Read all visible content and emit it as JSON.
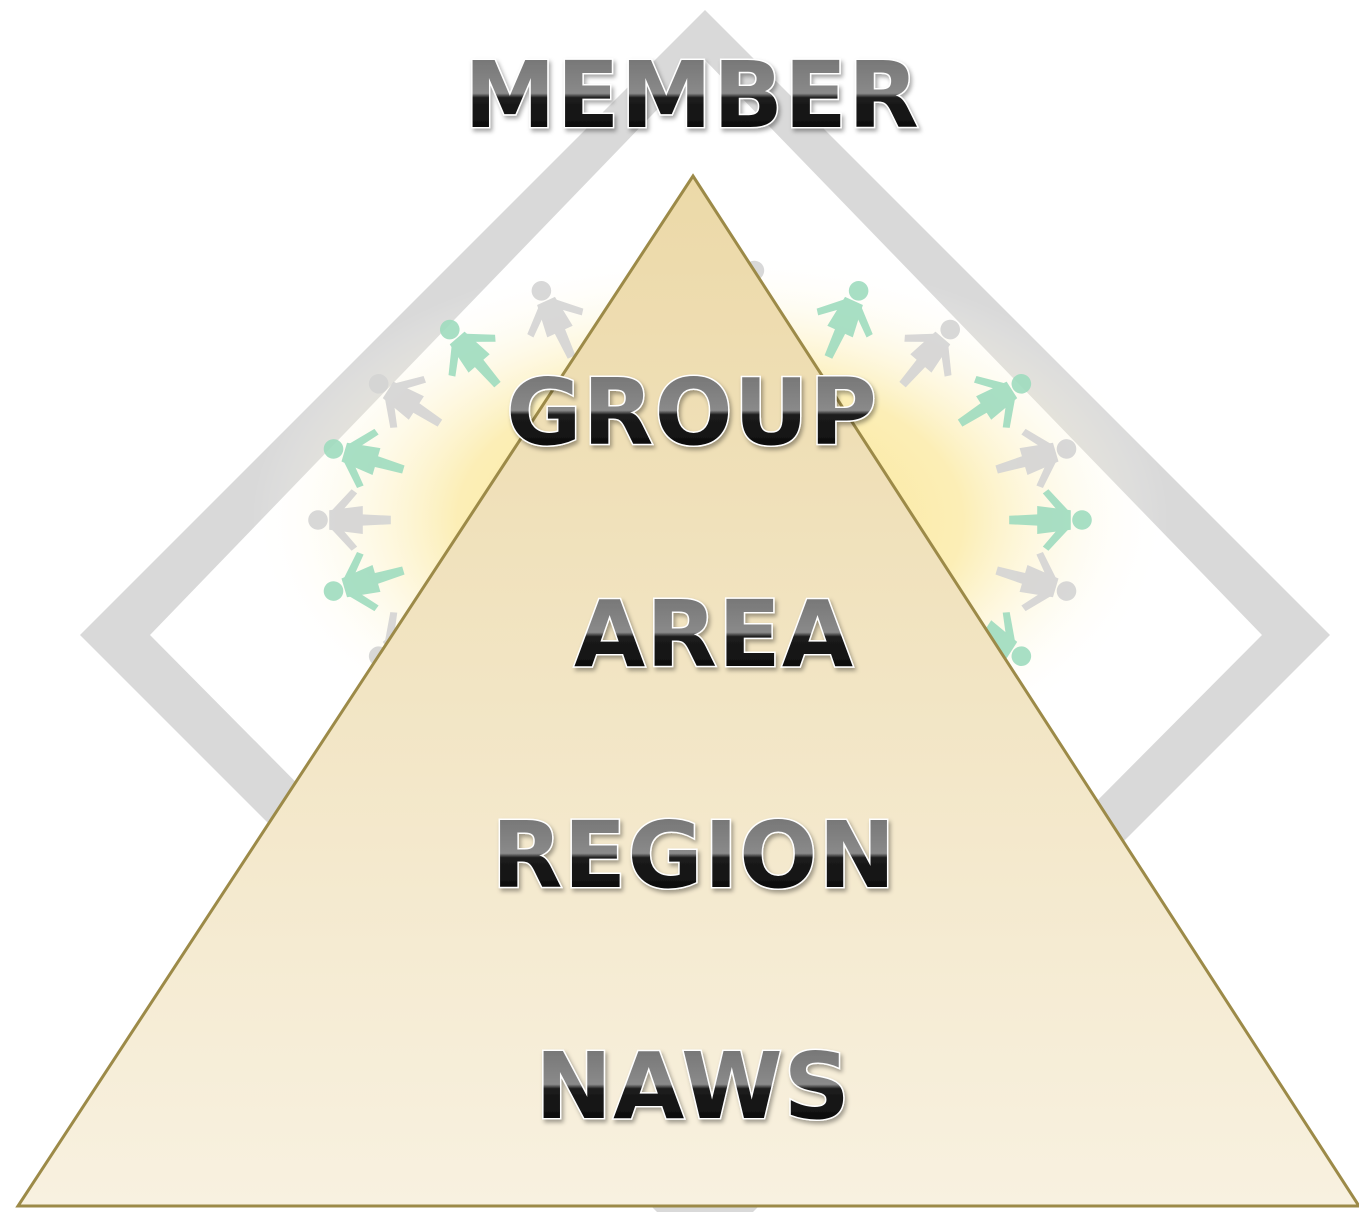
{
  "levels": [
    {
      "label": "MEMBER"
    },
    {
      "label": "GROUP"
    },
    {
      "label": "AREA"
    },
    {
      "label": "REGION"
    },
    {
      "label": "NAWS"
    }
  ],
  "colors": {
    "frame": "#d9d9d9",
    "pyramid_top": "#ecd9a8",
    "pyramid_bottom": "#f8f1e0",
    "pyramid_outline": "#9c8a48",
    "glow": "#f9e38a",
    "figures_green": "#9fdcbf",
    "figures_gray": "#d4d4d4",
    "text_dark": "#1a1a1a",
    "text_light": "#7a7a7a"
  },
  "icons": {
    "figures": "people-holding-hands-icon"
  }
}
